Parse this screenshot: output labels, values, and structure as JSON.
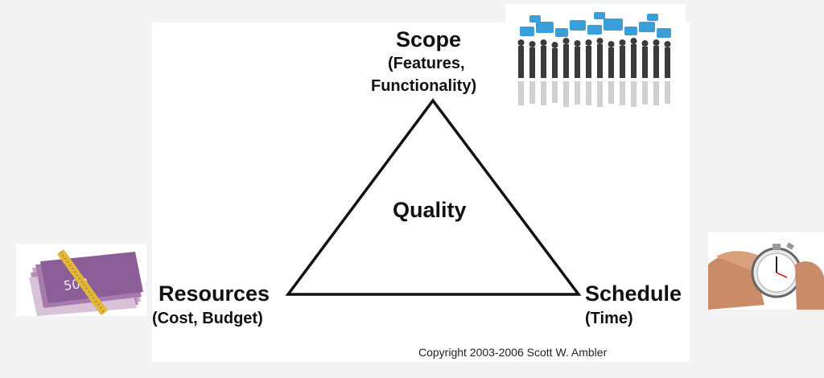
{
  "diagram": {
    "top": {
      "title": "Scope",
      "subtitle_line1": "(Features,",
      "subtitle_line2": "Functionality)"
    },
    "center": {
      "label": "Quality"
    },
    "left": {
      "title": "Resources",
      "subtitle": "(Cost, Budget)"
    },
    "right": {
      "title": "Schedule",
      "subtitle": "(Time)"
    },
    "copyright": "Copyright 2003-2006 Scott W. Ambler"
  },
  "images": {
    "people": "people-with-speech-bubbles-image",
    "money": "euro-banknotes-with-tape-measure-image",
    "stopwatch": "hand-holding-stopwatch-image"
  },
  "colors": {
    "background": "#f3f3f3",
    "panel": "#ffffff",
    "line": "#111111",
    "bubble": "#3a9fd8"
  }
}
